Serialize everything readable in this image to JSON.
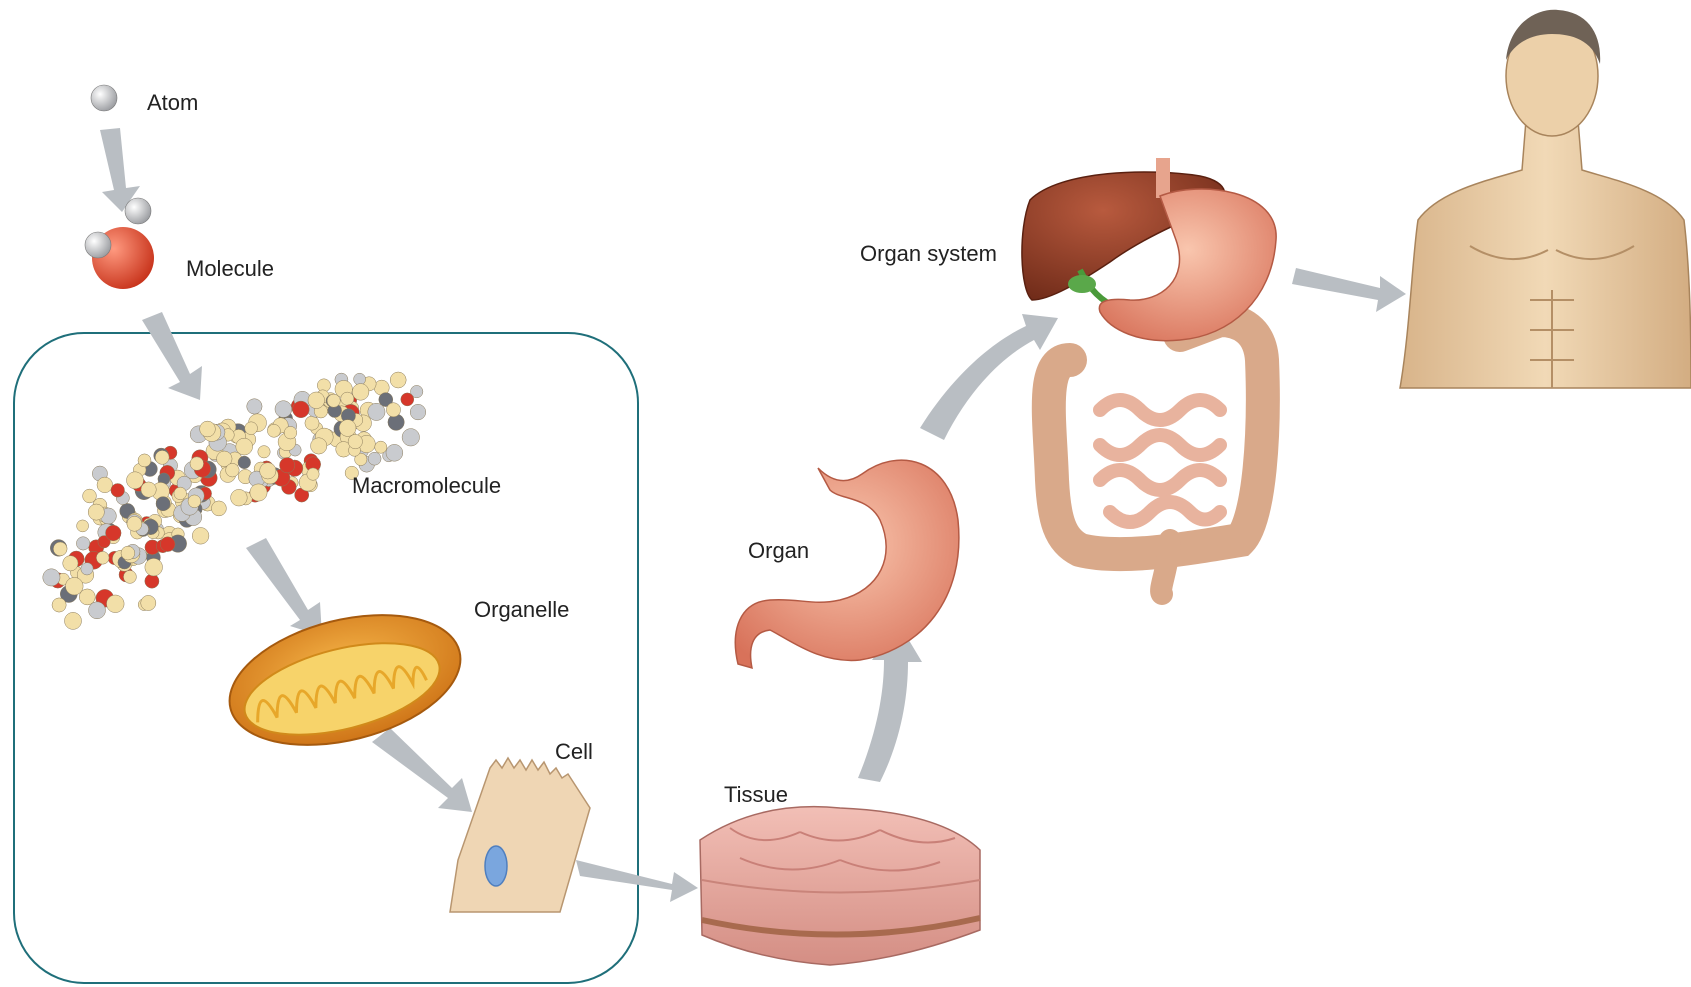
{
  "labels": {
    "atom": "Atom",
    "molecule": "Molecule",
    "macromolecule": "Macromolecule",
    "organelle": "Organelle",
    "cell": "Cell",
    "tissue": "Tissue",
    "organ": "Organ",
    "organ_system": "Organ system"
  },
  "colors": {
    "box_border": "#1f6f7a",
    "arrow": "#b9bec3",
    "atom_gray": "#c9cbcf",
    "molecule_red": "#e0482e",
    "mitochondrion_orange": "#e88a22",
    "cell_tan": "#efd6b4",
    "nucleus_blue": "#7aa6de",
    "tissue_pink": "#e7a8a0",
    "stomach_pink": "#f0a087",
    "liver_brown": "#8e3a26",
    "intestine_tan": "#d9a98a",
    "skin": "#ecd0a9"
  }
}
